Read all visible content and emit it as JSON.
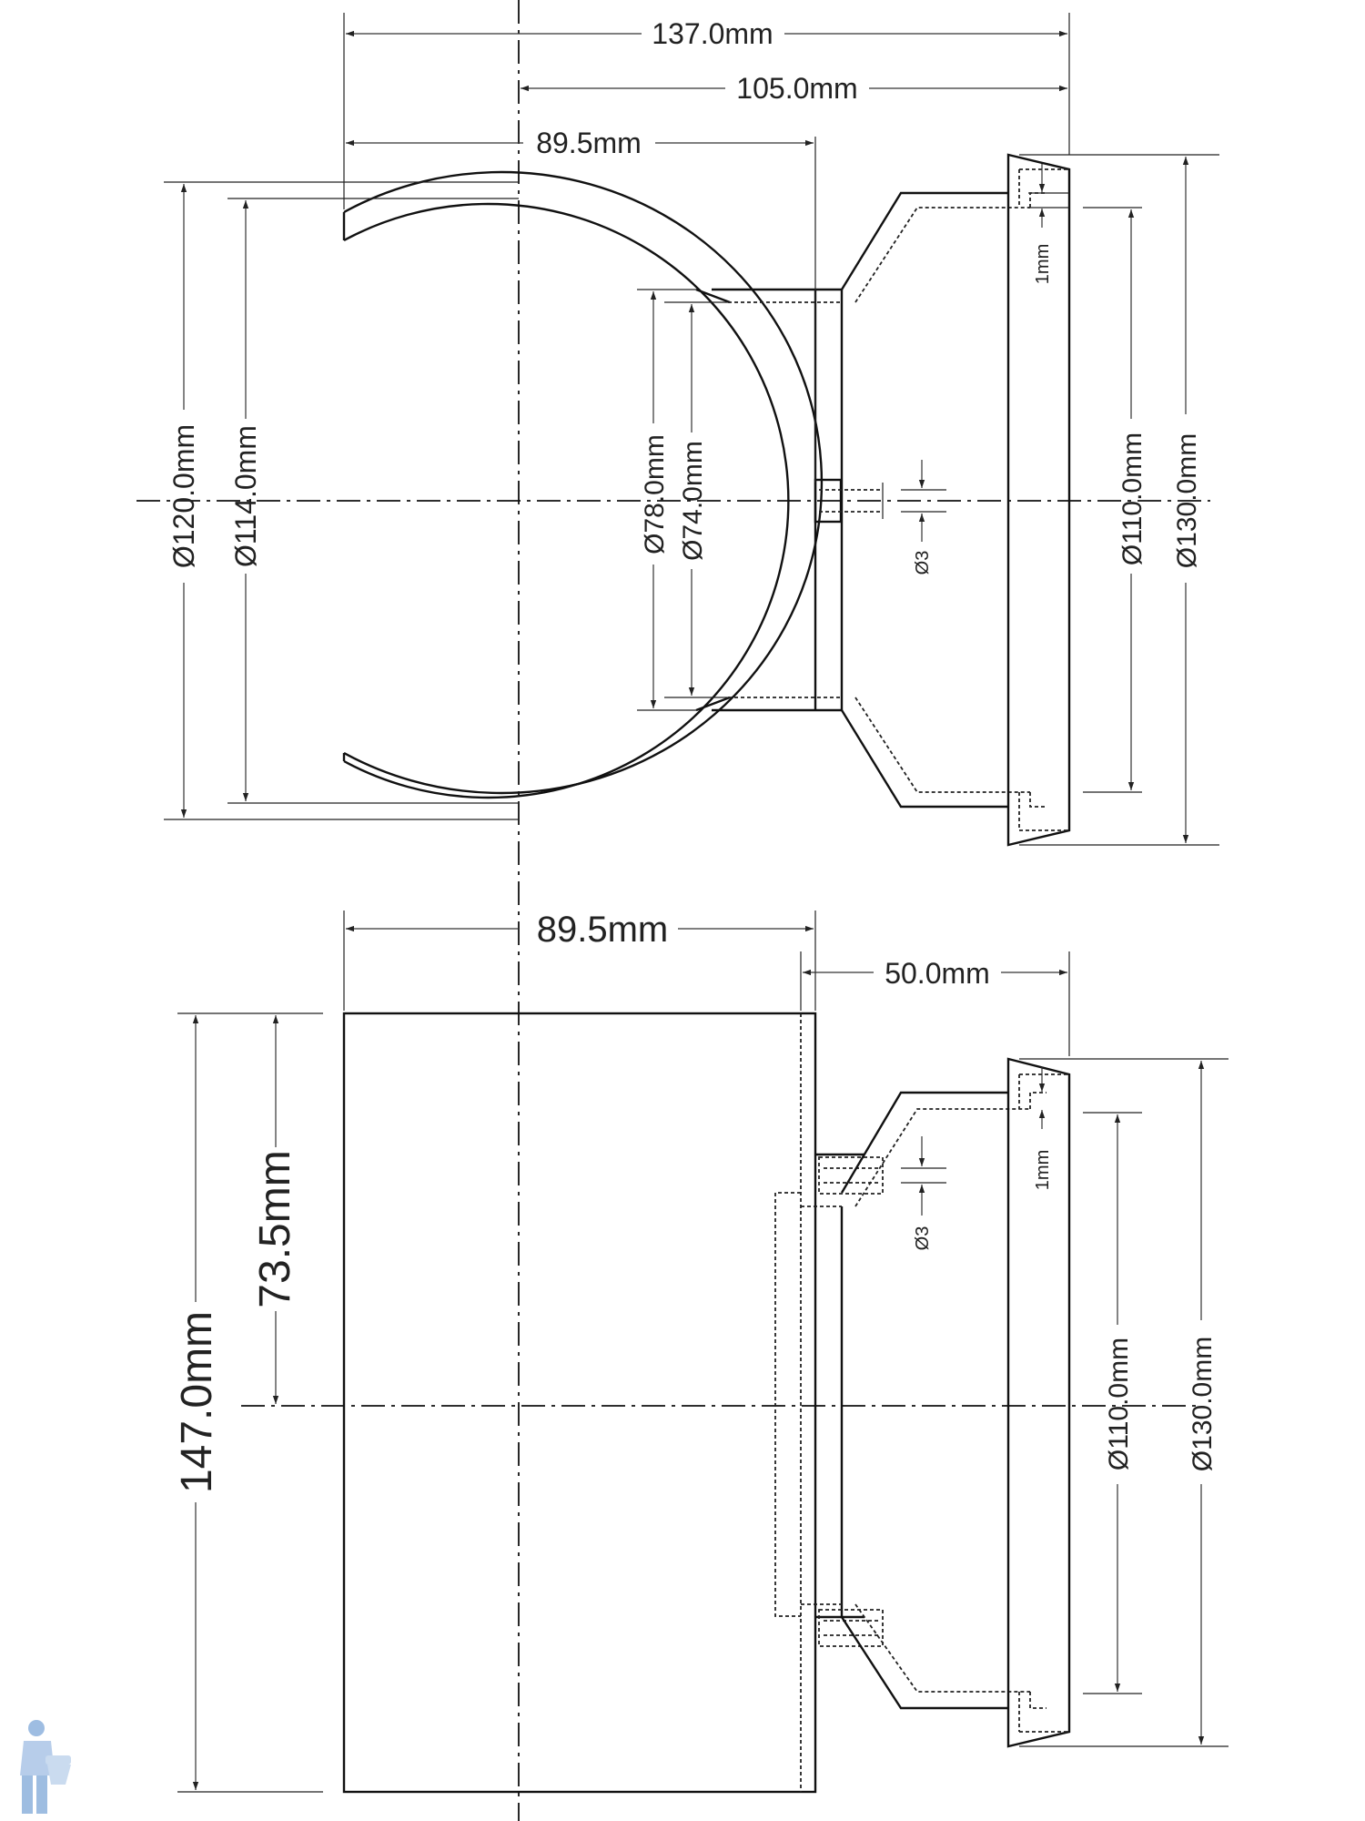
{
  "top_view": {
    "dims": {
      "overall_width": "137.0mm",
      "width_from_axis": "105.0mm",
      "ring_depth": "89.5mm",
      "ring_outer_dia": "Ø120.0mm",
      "ring_inner_dia": "Ø114.0mm",
      "neck_outer_dia": "Ø78.0mm",
      "neck_inner_dia": "Ø74.0mm",
      "hole_dia": "Ø3",
      "flange_inner_dia": "Ø110.0mm",
      "flange_outer_dia": "Ø130.0mm",
      "wall_thickness": "1mm"
    }
  },
  "side_view": {
    "dims": {
      "body_depth": "89.5mm",
      "flange_offset": "50.0mm",
      "height": "147.0mm",
      "half_height": "73.5mm",
      "hole_dia": "Ø3",
      "flange_inner_dia": "Ø110.0mm",
      "flange_outer_dia": "Ø130.0mm",
      "wall_thickness": "1mm"
    }
  },
  "colors": {
    "line": "#111111",
    "logo": "#7ea7d8"
  },
  "icons": {
    "logo": "plumber-logo-icon"
  }
}
